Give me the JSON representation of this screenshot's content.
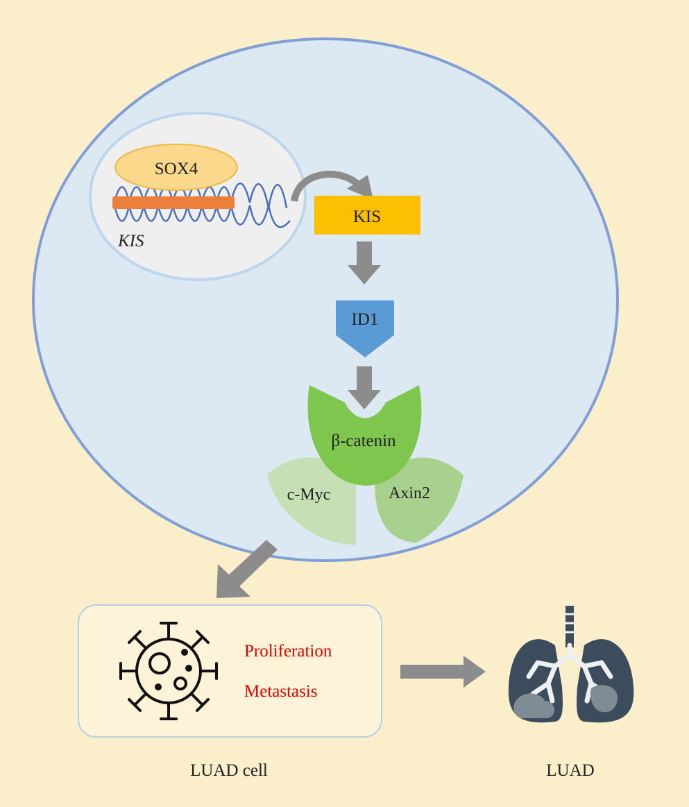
{
  "labels": {
    "sox4": "SOX4",
    "kis_gene": "KIS",
    "kis_protein": "KIS",
    "id1": "ID1",
    "beta_catenin": "β-catenin",
    "cmyc": "c-Myc",
    "axin2": "Axin2",
    "proliferation": "Proliferation",
    "metastasis": "Metastasis",
    "luad_cell": "LUAD cell",
    "luad": "LUAD"
  },
  "colors": {
    "background": "#fbefcb",
    "cell_fill": "#dce8f2",
    "cell_stroke": "#7f9fd6",
    "nucleus_fill": "#efefef",
    "nucleus_stroke": "#bcd6ee",
    "sox4_fill": "#fbd88c",
    "sox4_stroke": "#f0b84a",
    "dna_bar": "#eb7f3b",
    "dna_helix": "#4a6fbd",
    "kis_box": "#fdc000",
    "id1_fill": "#5b9bd5",
    "arrow_gray": "#8c8c8c",
    "beta_catenin_fill": "#7ec64e",
    "cmyc_fill": "#c5e0b4",
    "axin2_fill": "#a9d18e",
    "highlight_text": "#e00000",
    "lung_fill": "#3d4c5c",
    "lung_light": "#eef1f4",
    "tumor_fill": "#7f8c93"
  },
  "icons": {
    "cancer_cell": "virus-cell-icon",
    "lungs": "lungs-icon"
  }
}
